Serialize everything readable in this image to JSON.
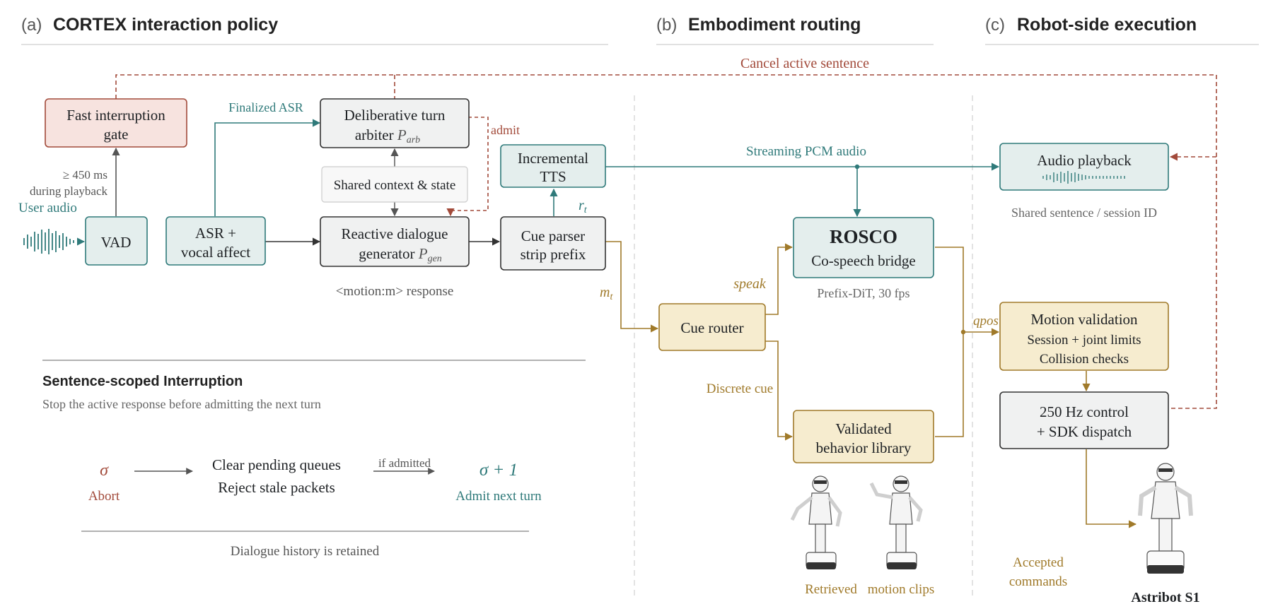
{
  "panels": {
    "a": {
      "letter": "(a)",
      "title": "CORTEX interaction policy"
    },
    "b": {
      "letter": "(b)",
      "title": "Embodiment routing"
    },
    "c": {
      "letter": "(c)",
      "title": "Robot-side execution"
    }
  },
  "top_arrow_label": "Cancel active sentence",
  "boxes": {
    "fast_gate": [
      "Fast interruption",
      "gate"
    ],
    "arbiter": [
      "Deliberative turn",
      "arbiter"
    ],
    "arbiter_sym": "P",
    "arbiter_sub": "arb",
    "shared_context": "Shared context & state",
    "vad": "VAD",
    "asr": [
      "ASR +",
      "vocal affect"
    ],
    "reactive": [
      "Reactive dialogue",
      "generator"
    ],
    "reactive_sym": "P",
    "reactive_sub": "gen",
    "tts": [
      "Incremental",
      "TTS"
    ],
    "cue_parser": [
      "Cue parser",
      "strip prefix"
    ],
    "rosco_title": "ROSCO",
    "rosco_sub": "Co-speech bridge",
    "cue_router": "Cue router",
    "behavior_library": [
      "Validated",
      "behavior library"
    ],
    "audio_playback": "Audio playback",
    "motion_validation": [
      "Motion validation",
      "Session + joint limits",
      "Collision checks"
    ],
    "control": [
      "250 Hz control",
      "+ SDK dispatch"
    ]
  },
  "labels": {
    "finalized_asr": "Finalized ASR",
    "admit": "admit",
    "threshold": "≥ 450 ms",
    "during_playback": "during playback",
    "user_audio": "User audio",
    "r_sym": "r",
    "r_sub": "t",
    "m_sym": "m",
    "m_sub": "t",
    "motion_response": "<motion:m> response",
    "streaming_pcm": "Streaming PCM audio",
    "speak": "speak",
    "prefix_dit": "Prefix-DiT, 30 fps",
    "discrete_cue": "Discrete cue",
    "qpos": "qpos",
    "shared_id": "Shared sentence / session ID",
    "retrieved": "Retrieved",
    "motion_clips": "motion clips",
    "accepted": [
      "Accepted",
      "commands"
    ],
    "robot_name": "Astribot S1"
  },
  "interruption": {
    "title": "Sentence-scoped Interruption",
    "subtitle": "Stop the active response before admitting the next turn",
    "sigma": "σ",
    "abort": "Abort",
    "clear": "Clear pending queues",
    "reject": "Reject stale packets",
    "if_admitted": "if admitted",
    "sigma_next": "σ + 1",
    "admit_next": "Admit next turn",
    "history": "Dialogue history is retained"
  },
  "colors": {
    "teal": "#2f7a7a",
    "rust": "#a24a3a",
    "gold": "#a07a2a",
    "teal_fill": "#e4eeed",
    "rust_fill": "#f7e3df",
    "gold_fill": "#f6eccf",
    "grey_fill": "#f0f1f1"
  }
}
